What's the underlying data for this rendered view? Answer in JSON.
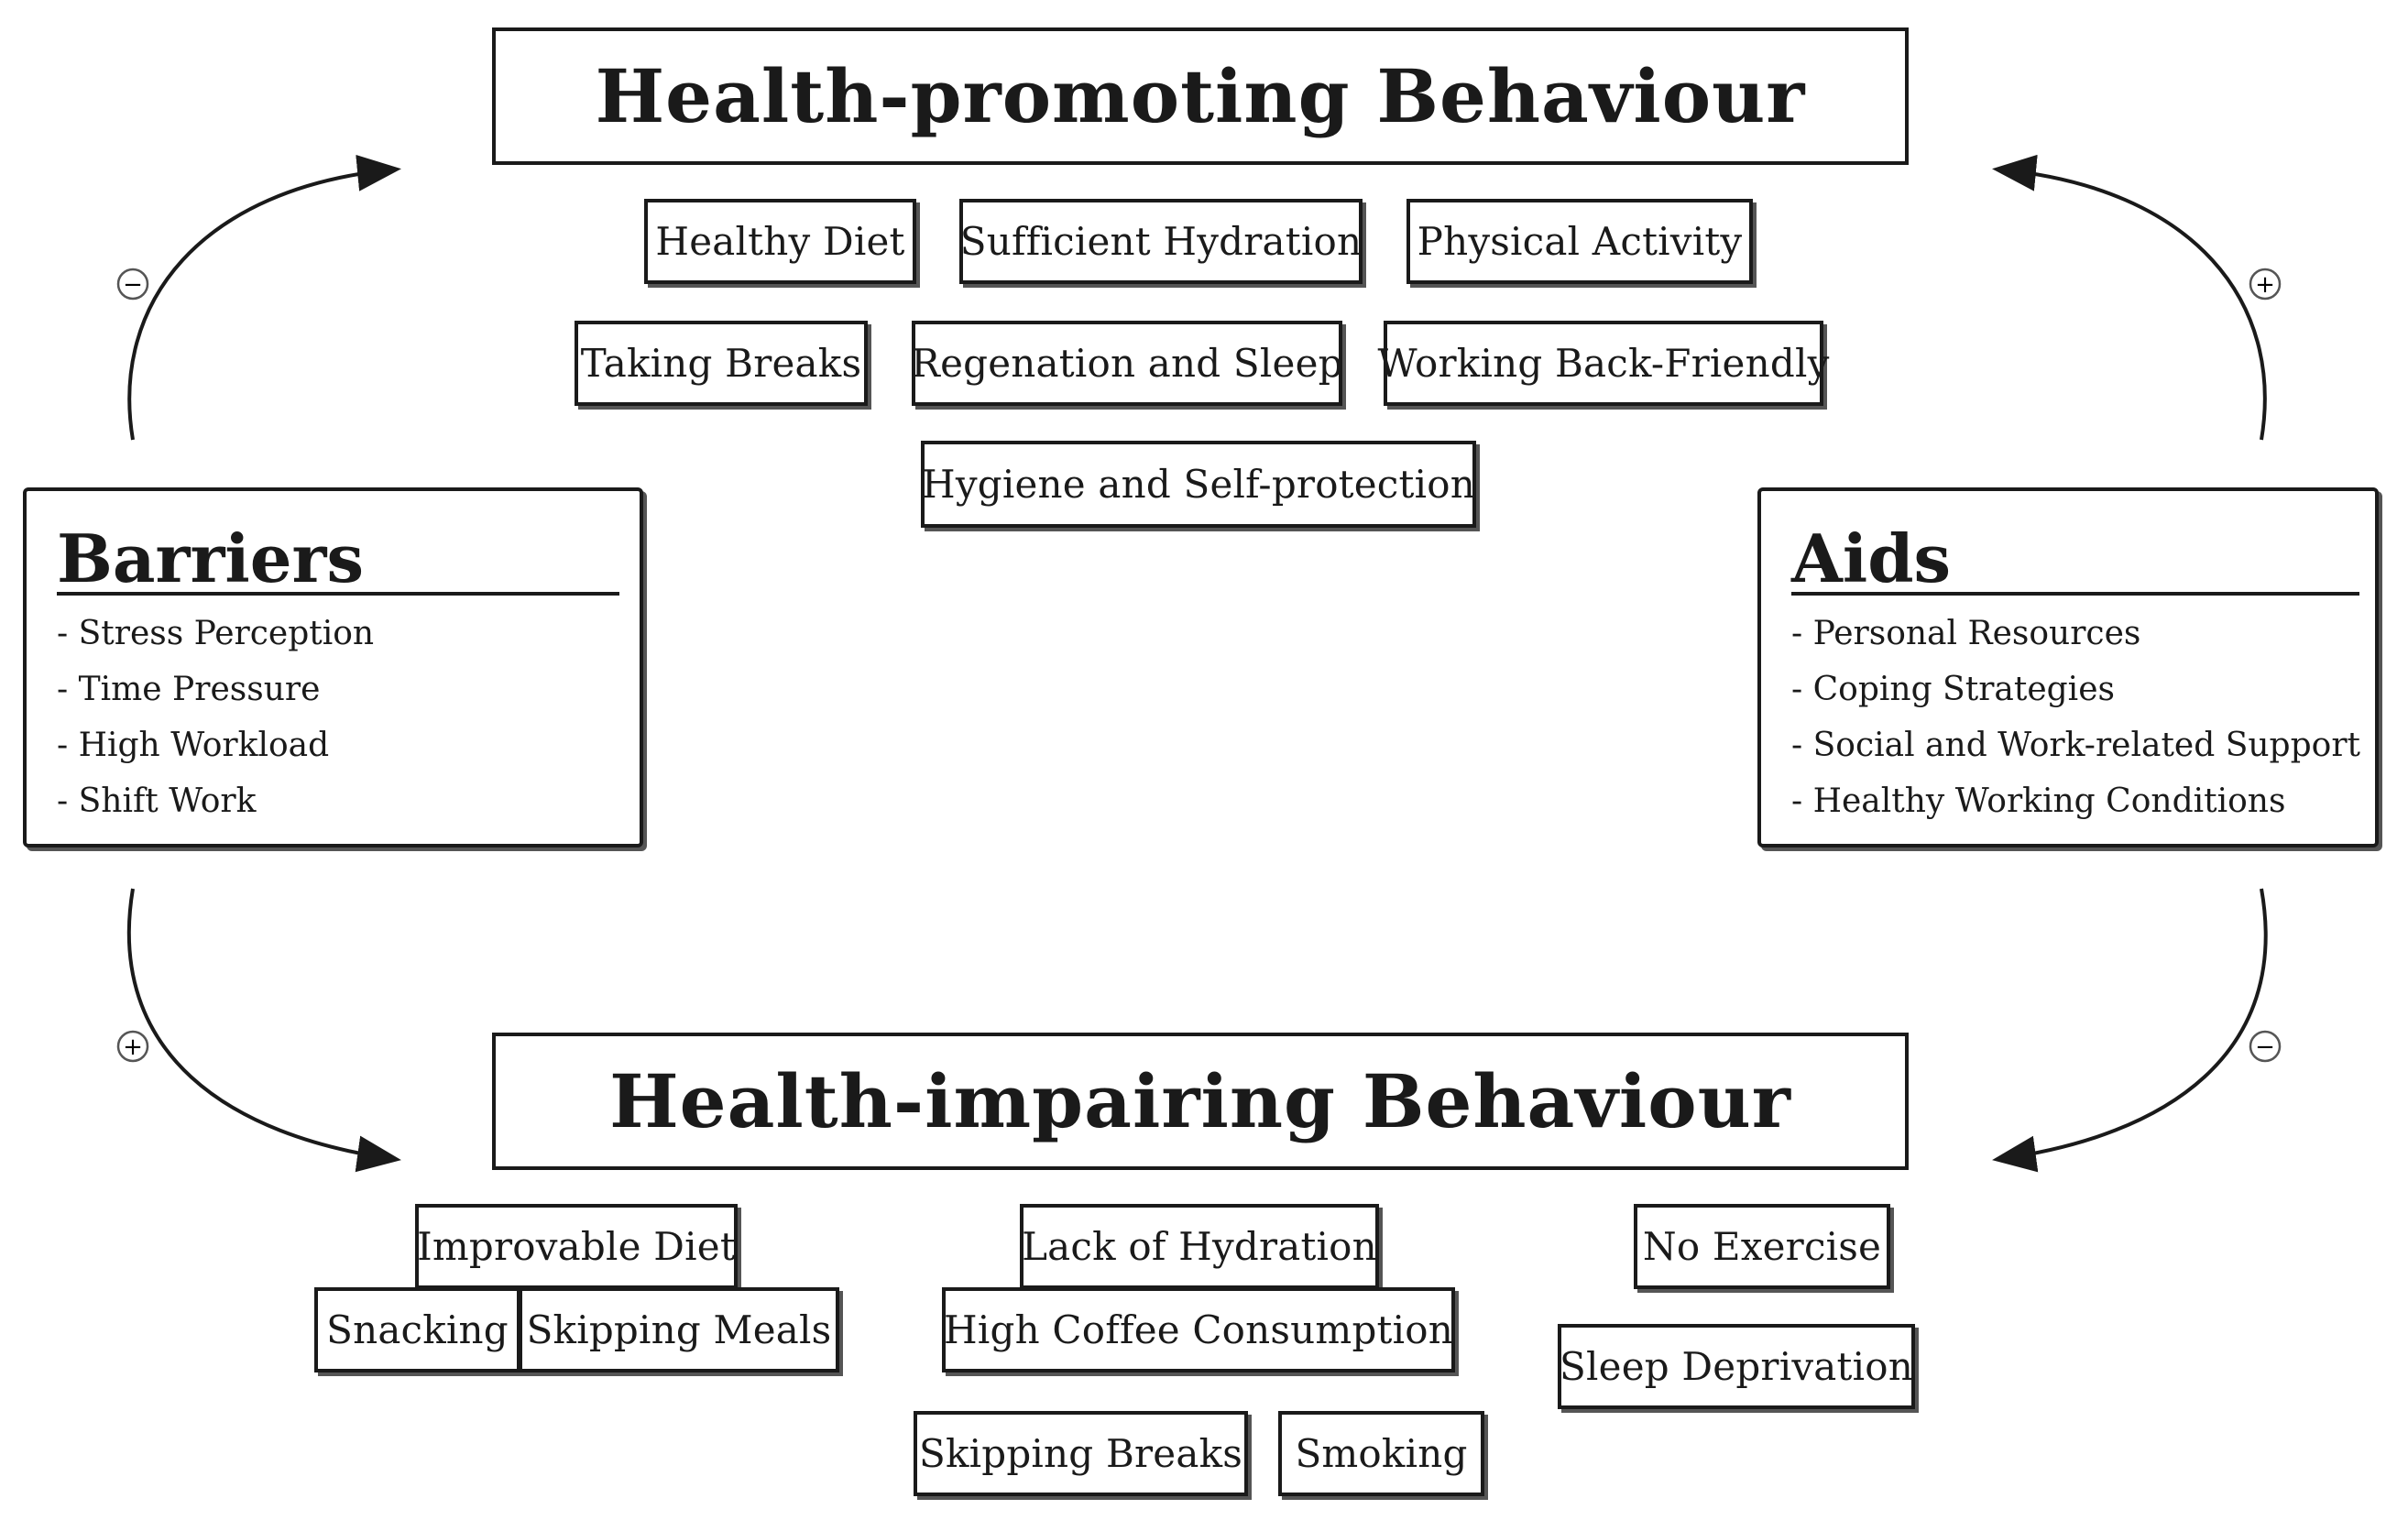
{
  "promoting": {
    "title": "Health-promoting Behaviour",
    "items": [
      "Healthy Diet",
      "Sufficient Hydration",
      "Physical Activity",
      "Taking Breaks",
      "Regenation and Sleep",
      "Working Back-Friendly",
      "Hygiene and Self-protection"
    ]
  },
  "impairing": {
    "title": "Health-impairing Behaviour",
    "items": [
      "Improvable Diet",
      "Snacking",
      "Skipping Meals",
      "Lack of Hydration",
      "High Coffee Consumption",
      "Skipping Breaks",
      "Smoking",
      "No Exercise",
      "Sleep Deprivation"
    ]
  },
  "barriers": {
    "heading": "Barriers",
    "items": [
      "- Stress Perception",
      "- Time Pressure",
      "- High Workload",
      "- Shift Work"
    ]
  },
  "aids": {
    "heading": "Aids",
    "items": [
      "- Personal Resources",
      "- Coping Strategies",
      "- Social and Work-related Support",
      "- Healthy Working Conditions"
    ]
  },
  "signs": {
    "barriers_to_promoting": "−",
    "barriers_to_impairing": "+",
    "aids_to_promoting": "+",
    "aids_to_impairing": "−"
  }
}
